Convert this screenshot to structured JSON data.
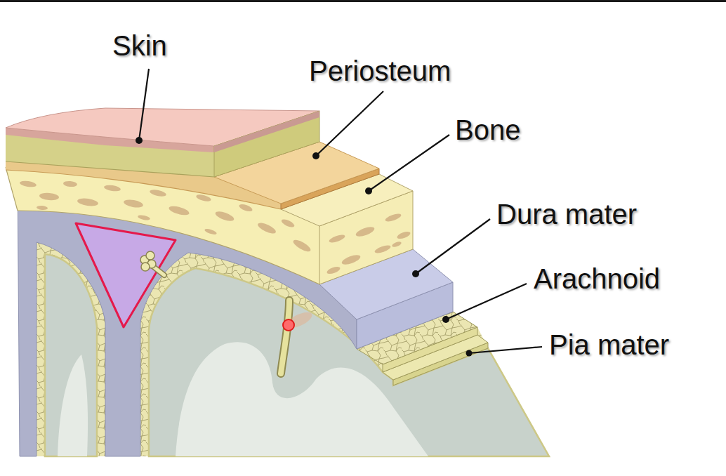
{
  "diagram": {
    "labels": [
      "Skin",
      "Periosteum",
      "Bone",
      "Dura mater",
      "Arachnoid",
      "Pia mater"
    ]
  }
}
